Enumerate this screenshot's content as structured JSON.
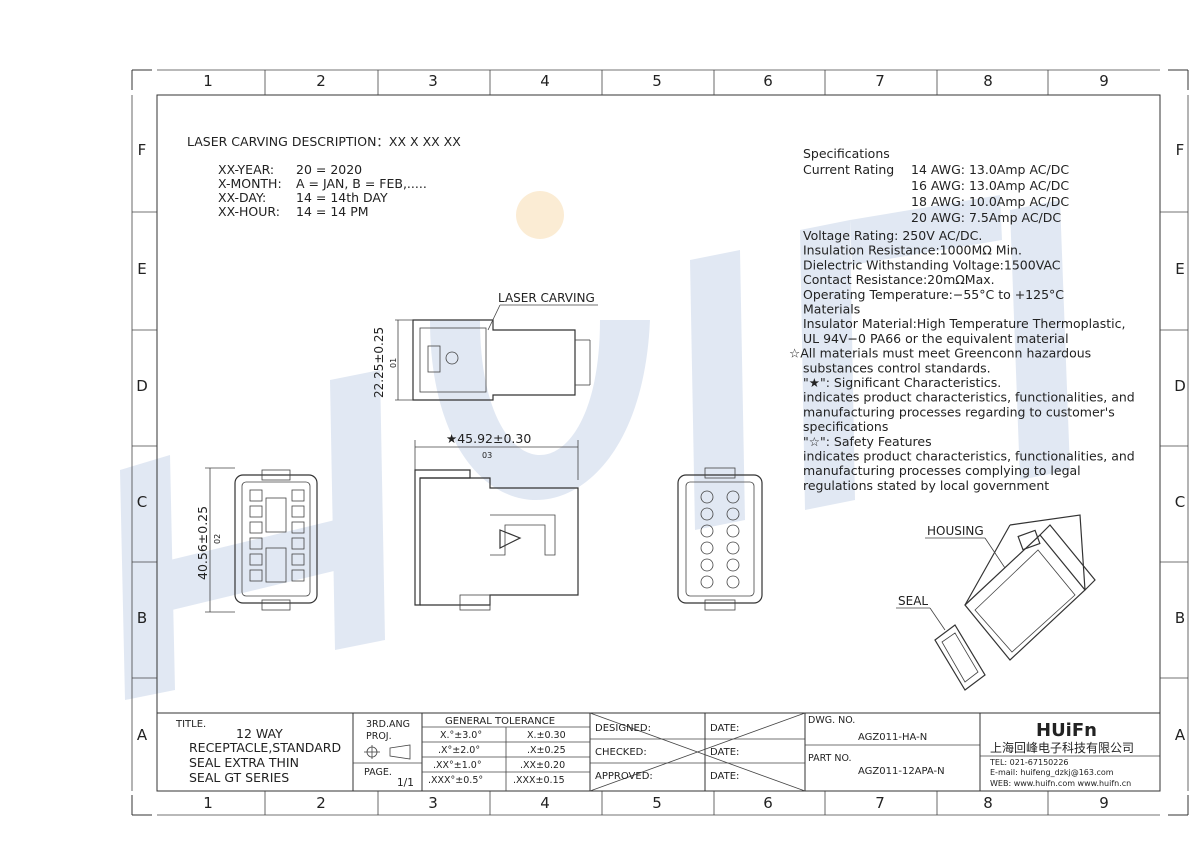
{
  "grid": {
    "columns": [
      "1",
      "2",
      "3",
      "4",
      "5",
      "6",
      "7",
      "8",
      "9"
    ],
    "rows": [
      "F",
      "E",
      "D",
      "C",
      "B",
      "A"
    ]
  },
  "watermark": {
    "text": "HUIFN",
    "color": "#c9d6ea",
    "dot_color": "#f7dcb0"
  },
  "laser": {
    "title": "LASER CARVING DESCRIPTION：XX  X  XX  XX",
    "lines": [
      {
        "k": "XX-YEAR:",
        "v": "20  =  2020"
      },
      {
        "k": "X-MONTH:",
        "v": "A  =  JAN,  B  =  FEB,....."
      },
      {
        "k": "XX-DAY:",
        "v": "14  =  14th DAY"
      },
      {
        "k": "XX-HOUR:",
        "v": "14  =  14 PM"
      }
    ]
  },
  "views": {
    "laser_callout": "LASER CARVING",
    "dim_height_top": "22.25±0.25",
    "dim_height_top_id": "01",
    "dim_length": "★45.92±0.30",
    "dim_length_id": "03",
    "dim_height_front": "40.56±0.25",
    "dim_height_front_id": "02",
    "housing_label": "HOUSING",
    "seal_label": "SEAL"
  },
  "specs": {
    "heading": "Specifications",
    "current_label": "Current Rating",
    "ratings": [
      "14  AWG:  13.0Amp  AC/DC",
      "16  AWG:  13.0Amp  AC/DC",
      "18  AWG:  10.0Amp  AC/DC",
      "20  AWG:  7.5Amp    AC/DC"
    ],
    "lines": [
      "Voltage Rating:  250V AC/DC.",
      "Insulation  Resistance:1000MΩ  Min.",
      "Dielectric  Withstanding  Voltage:1500VAC",
      "Contact  Resistance:20mΩMax.",
      "Operating  Temperature:−55°C  to  +125°C",
      "Materials",
      "Insulator Material:High  Temperature Thermoplastic,",
      "UL  94V−0  PA66  or  the  equivalent  material",
      "☆All  materials  must  meet  Greenconn  hazardous",
      "substances  control  standards.",
      "\"★\":  Significant  Characteristics.",
      "indicates  product  characteristics,  functionalities,  and",
      "manufacturing  processes  regarding  to  customer's",
      "specifications",
      "\"☆\":  Safety  Features",
      "indicates  product  characteristics,  functionalities,  and",
      "manufacturing  processes  complying  to  legal",
      "regulations  stated  by  local  government"
    ]
  },
  "title_block": {
    "title_label": "TITLE.",
    "title_lines": [
      "12  WAY",
      "RECEPTACLE,STANDARD",
      "SEAL  EXTRA  THIN",
      "SEAL  GT  SERIES"
    ],
    "proj_label": "3RD.ANG\nPROJ.",
    "proj_line1": "3RD.ANG",
    "proj_line2": "PROJ.",
    "page_label": "PAGE.",
    "page_value": "1/1",
    "tol_header": "GENERAL  TOLERANCE",
    "tol_rows": [
      [
        "X.°±3.0°",
        "X.±0.30"
      ],
      [
        ".X°±2.0°",
        ".X±0.25"
      ],
      [
        ".XX°±1.0°",
        ".XX±0.20"
      ],
      [
        ".XXX°±0.5°",
        ".XXX±0.15"
      ]
    ],
    "designed": "DESIGNED:",
    "checked": "CHECKED:",
    "approved": "APPROVED:",
    "date": "DATE:",
    "dwg_no_label": "DWG.  NO.",
    "dwg_no": "AGZ011-HA-N",
    "part_no_label": "PART  NO.",
    "part_no": "AGZ011-12APA-N",
    "company_logo": "HUiFn",
    "company_name": "上海回峰电子科技有限公司",
    "tel": "TEL:  021-67150226",
    "email": "E-mail:  huifeng_dzkj@163.com",
    "web": "WEB:  www.huifn.com    www.huifn.cn"
  }
}
